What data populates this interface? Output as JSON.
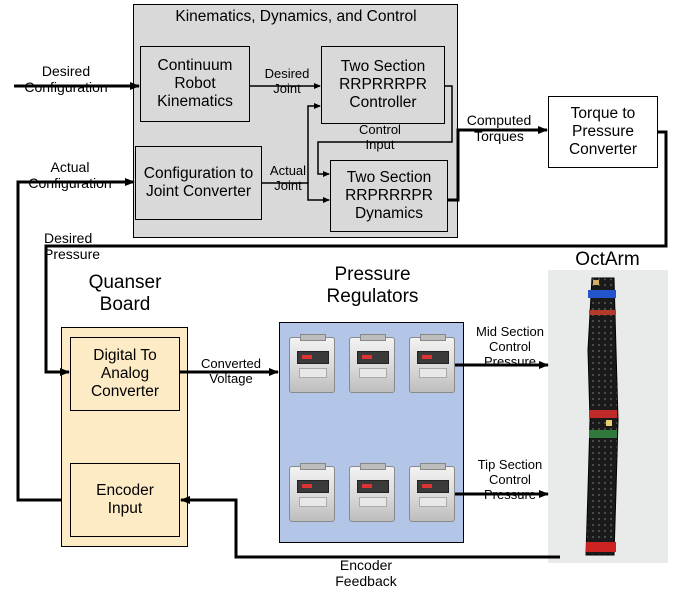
{
  "kdc_panel": {
    "title": "Kinematics, Dynamics, and Control"
  },
  "blocks": {
    "continuum_kinematics": "Continuum Robot Kinematics",
    "config_to_joint": "Configuration to Joint Converter",
    "rrp_controller": "Two Section RRPRRRPR Controller",
    "rrp_dynamics": "Two Section RRPRRRPR Dynamics",
    "torque_to_pressure": "Torque to Pressure Converter",
    "dac": "Digital To Analog Converter",
    "encoder_input": "Encoder Input"
  },
  "group_labels": {
    "quanser_board": "Quanser Board",
    "pressure_regulators": "Pressure Regulators",
    "octarm": "OctArm"
  },
  "signals": {
    "desired_configuration": "Desired Configuration",
    "actual_configuration": "Actual Configuration",
    "desired_joint": "Desired Joint",
    "actual_joint": "Actual Joint",
    "control_input": "Control Input",
    "computed_torques": "Computed Torques",
    "desired_pressure": "Desired Pressure",
    "converted_voltage": "Converted Voltage",
    "mid_section_pressure": "Mid Section Control Pressure",
    "tip_section_pressure": "Tip Section Control Pressure",
    "encoder_feedback": "Encoder Feedback"
  },
  "colors": {
    "kdc_panel_fill": "#d9d9d9",
    "quanser_fill": "#fdebc6",
    "regulators_fill": "#b4c6e7",
    "arrow": "#000000"
  }
}
